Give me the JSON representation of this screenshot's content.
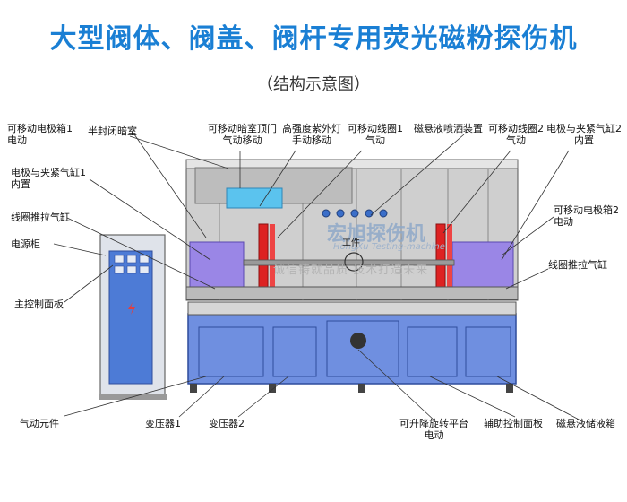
{
  "title": "大型阀体、阀盖、阀杆专用荧光磁粉探伤机",
  "subtitle": "（结构示意图）",
  "colors": {
    "title": "#1a7fd4",
    "blue_frame": "#6f8fe0",
    "purple_box": "#9a86e6",
    "red_coil": "#dd2222",
    "cabinet": "#dfe3ea",
    "blue_panel": "#4d7bd6"
  },
  "watermark": {
    "logo": "宏旭探伤机",
    "logo_en": "HongXu Testing-machine",
    "slogan": "诚信铸就品质 技术打造未来"
  },
  "workpiece_label": "工件",
  "labels": {
    "movable_box1": "可移动电极箱1\n电动",
    "semi_dark_room": "半封闭暗室",
    "dark_room_roof": "可移动暗室顶门\n气动移动",
    "uv_lamp": "高强度紫外灯\n手动移动",
    "movable_coil1": "可移动线圈1\n气动",
    "spray_device": "磁悬液喷洒装置",
    "movable_coil2": "可移动线圈2\n气动",
    "cylinder2": "电极与夹紧气缸2\n内置",
    "cylinder1": "电极与夹紧气缸1\n内置",
    "coil_cylinder_left": "线圈推拉气缸",
    "power_cabinet": "电源柜",
    "movable_box2": "可移动电极箱2\n电动",
    "coil_cylinder_right": "线圈推拉气缸",
    "main_panel": "主控制面板",
    "pneumatic": "气动元件",
    "transformer1": "变压器1",
    "transformer2": "变压器2",
    "lift_platform": "可升降旋转平台\n电动",
    "aux_panel": "辅助控制面板",
    "tank": "磁悬液储液箱"
  }
}
